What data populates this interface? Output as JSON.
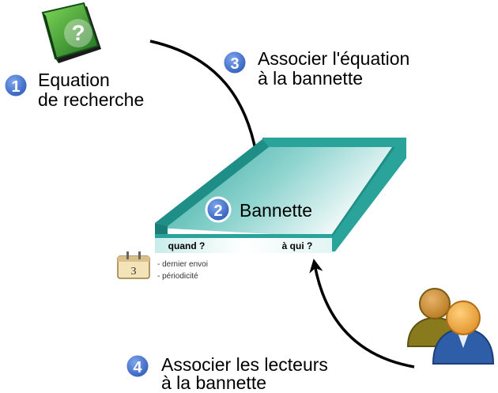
{
  "steps": [
    {
      "number": "1",
      "line1": "Equation",
      "line2": "de recherche"
    },
    {
      "number": "2",
      "label": "Bannette"
    },
    {
      "number": "3",
      "line1": "Associer l'équation",
      "line2": "à la bannette"
    },
    {
      "number": "4",
      "line1": "Associer les lecteurs",
      "line2": "à la bannette"
    }
  ],
  "tray": {
    "when_label": "quand ?",
    "who_label": "à qui ?"
  },
  "schedule": {
    "items": [
      "- dernier envoi",
      "- périodicité"
    ],
    "calendar_day": "3"
  },
  "book_icon_glyph": "?",
  "colors": {
    "badge": "#3c6fd1",
    "tray": "#2aa39b",
    "tray_dark": "#1a7d78",
    "book": "#2f8f32",
    "user_back": "#8a7a1e",
    "user_front": "#2f5ea8",
    "face": "#f4b44a"
  },
  "icons": [
    "book-help-icon",
    "calendar-icon",
    "users-icon",
    "arrow-icon"
  ]
}
